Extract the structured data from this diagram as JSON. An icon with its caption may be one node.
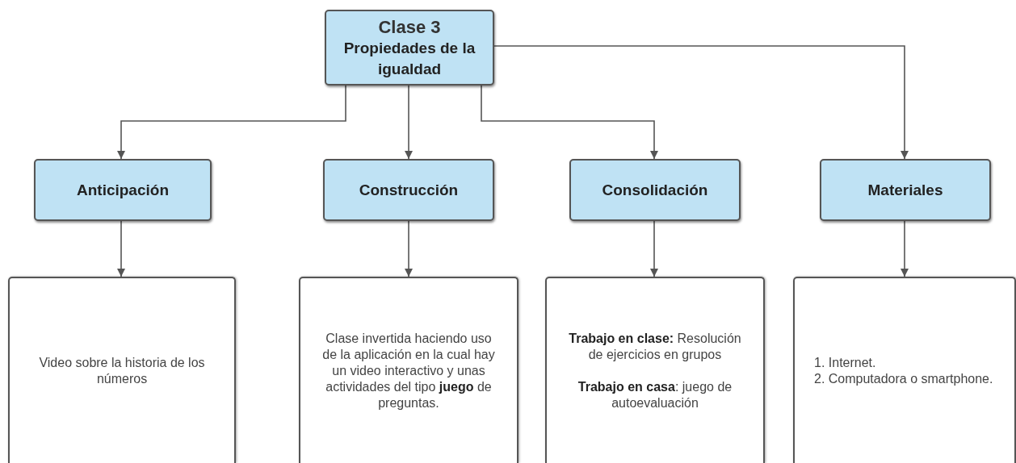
{
  "diagram": {
    "nodes": [
      {
        "text": [
          "Clase 3",
          "Propiedades de la igualdad"
        ]
      },
      {
        "text": [
          "Anticipación"
        ]
      },
      {
        "text": [
          "Construcción"
        ]
      },
      {
        "text": [
          "Consolidación"
        ]
      },
      {
        "text": [
          "Materiales"
        ]
      },
      {
        "text": [
          "Video sobre la historia de los números"
        ]
      },
      {
        "text": [
          "Clase invertida haciendo uso de la aplicación en la cual hay un video interactivo y unas actividades del tipo **juego** de preguntas."
        ]
      },
      {
        "text": [
          "**Trabajo en clase:** Resolución de ejercicios en grupos",
          "**Trabajo en casa**:  juego de autoevaluación"
        ]
      },
      {
        "text": [
          "1. Internet.",
          "2.  Computadora o smartphone."
        ]
      }
    ],
    "edges": [
      {
        "from": 0,
        "to": 1,
        "arrow": "to"
      },
      {
        "from": 0,
        "to": 2,
        "arrow": "to"
      },
      {
        "from": 0,
        "to": 3,
        "arrow": "to"
      },
      {
        "from": 0,
        "to": 4,
        "arrow": "to"
      },
      {
        "from": 1,
        "to": 5,
        "arrow": "to"
      },
      {
        "from": 2,
        "to": 6,
        "arrow": "to"
      },
      {
        "from": 3,
        "to": 7,
        "arrow": "to"
      },
      {
        "from": 4,
        "to": 8,
        "arrow": "to"
      }
    ]
  }
}
